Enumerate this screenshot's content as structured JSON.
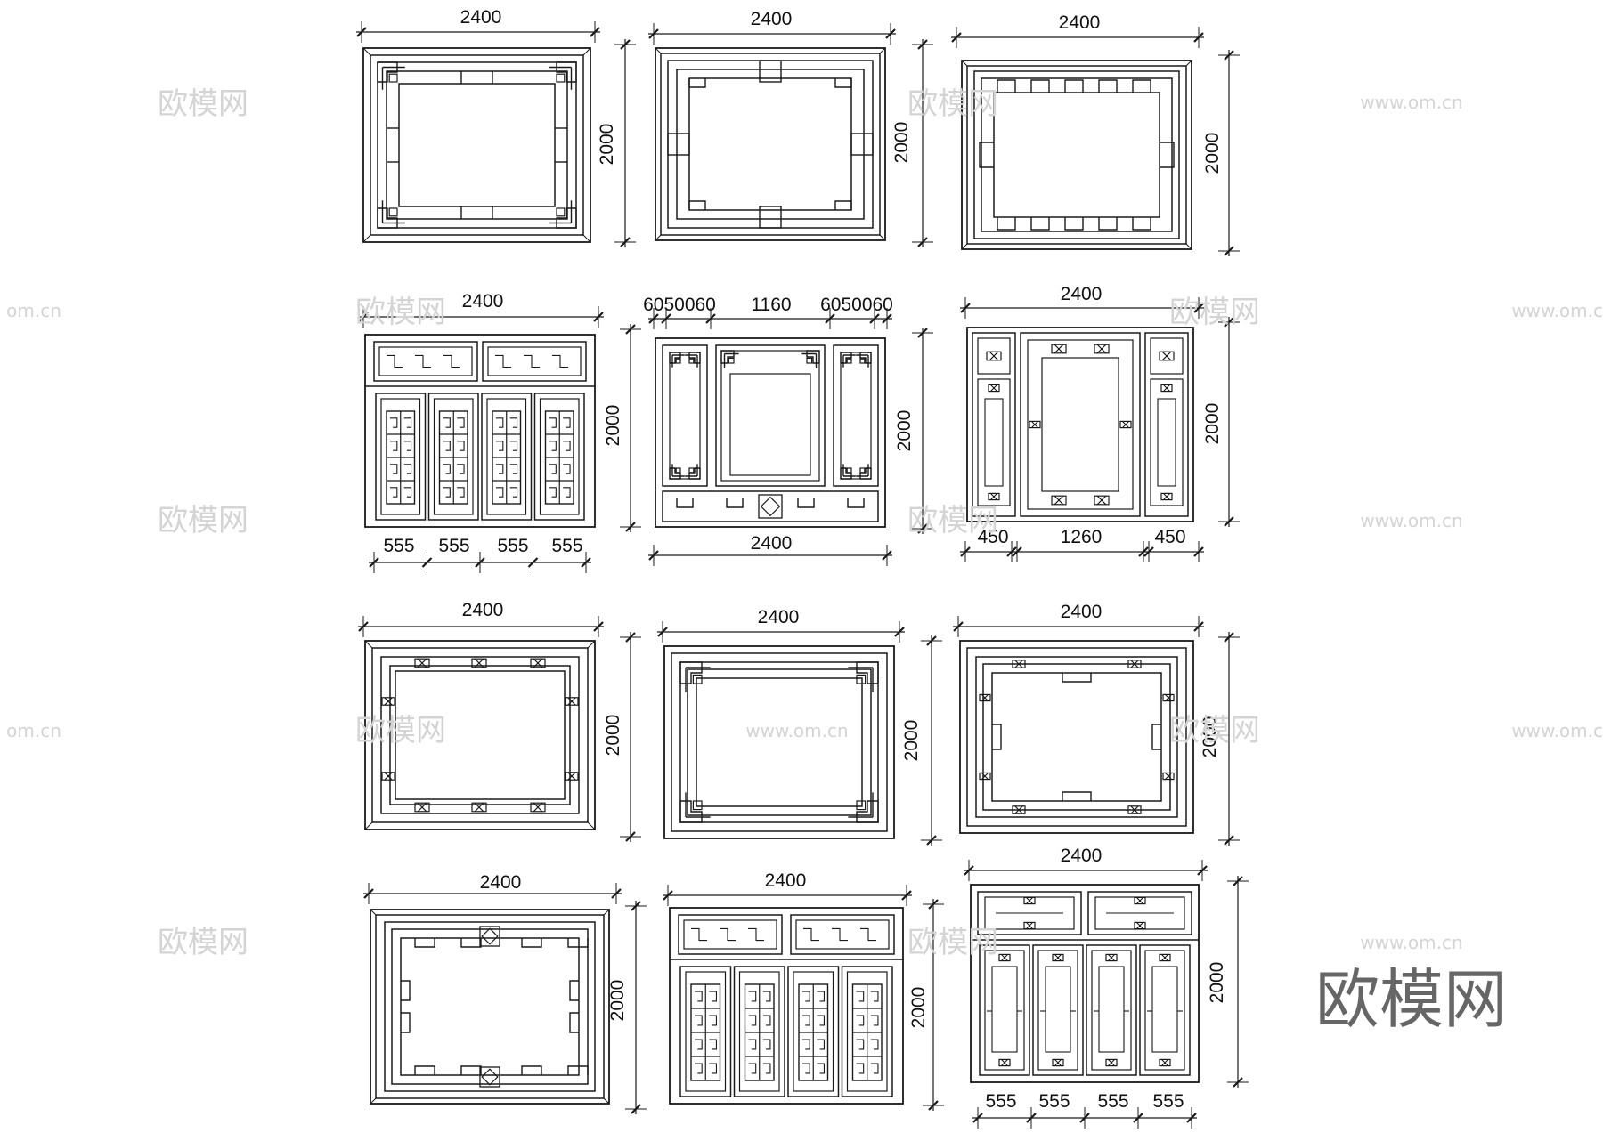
{
  "drawing": {
    "overall_width": "2400",
    "overall_height": "2000",
    "panel_dims": [
      {
        "w": "2400",
        "h": "2000"
      },
      {
        "w": "2400",
        "h": "2000"
      },
      {
        "w": "2400",
        "h": "2000"
      },
      {
        "w": "2400",
        "h": "2000"
      },
      {
        "w": "2400",
        "h": "2000"
      },
      {
        "w": "2400",
        "h": "2000"
      },
      {
        "w": "2400",
        "h": "2000"
      },
      {
        "w": "2400",
        "h": "2000"
      },
      {
        "w": "2400",
        "h": "2000"
      },
      {
        "w": "2400",
        "h": "2000"
      },
      {
        "w": "2400",
        "h": "2000"
      },
      {
        "w": "2400",
        "h": "2000"
      }
    ],
    "sub_dims_four": [
      "555",
      "555",
      "555",
      "555"
    ],
    "sub_dims_four_b": [
      "555",
      "555",
      "555",
      "555"
    ],
    "sub_dims_three": [
      "450",
      "1260",
      "450"
    ],
    "top_dims_mid": {
      "left": "6050060",
      "center": "1160",
      "right": "6050060"
    },
    "mid_bottom_width": "2400"
  },
  "watermark": {
    "logo": "欧模网",
    "url": "www.om.cn",
    "url_short": "om.cn"
  },
  "colors": {
    "line": "#1a1a1a",
    "watermark": "#d4d4d4",
    "logo": "#666666"
  }
}
